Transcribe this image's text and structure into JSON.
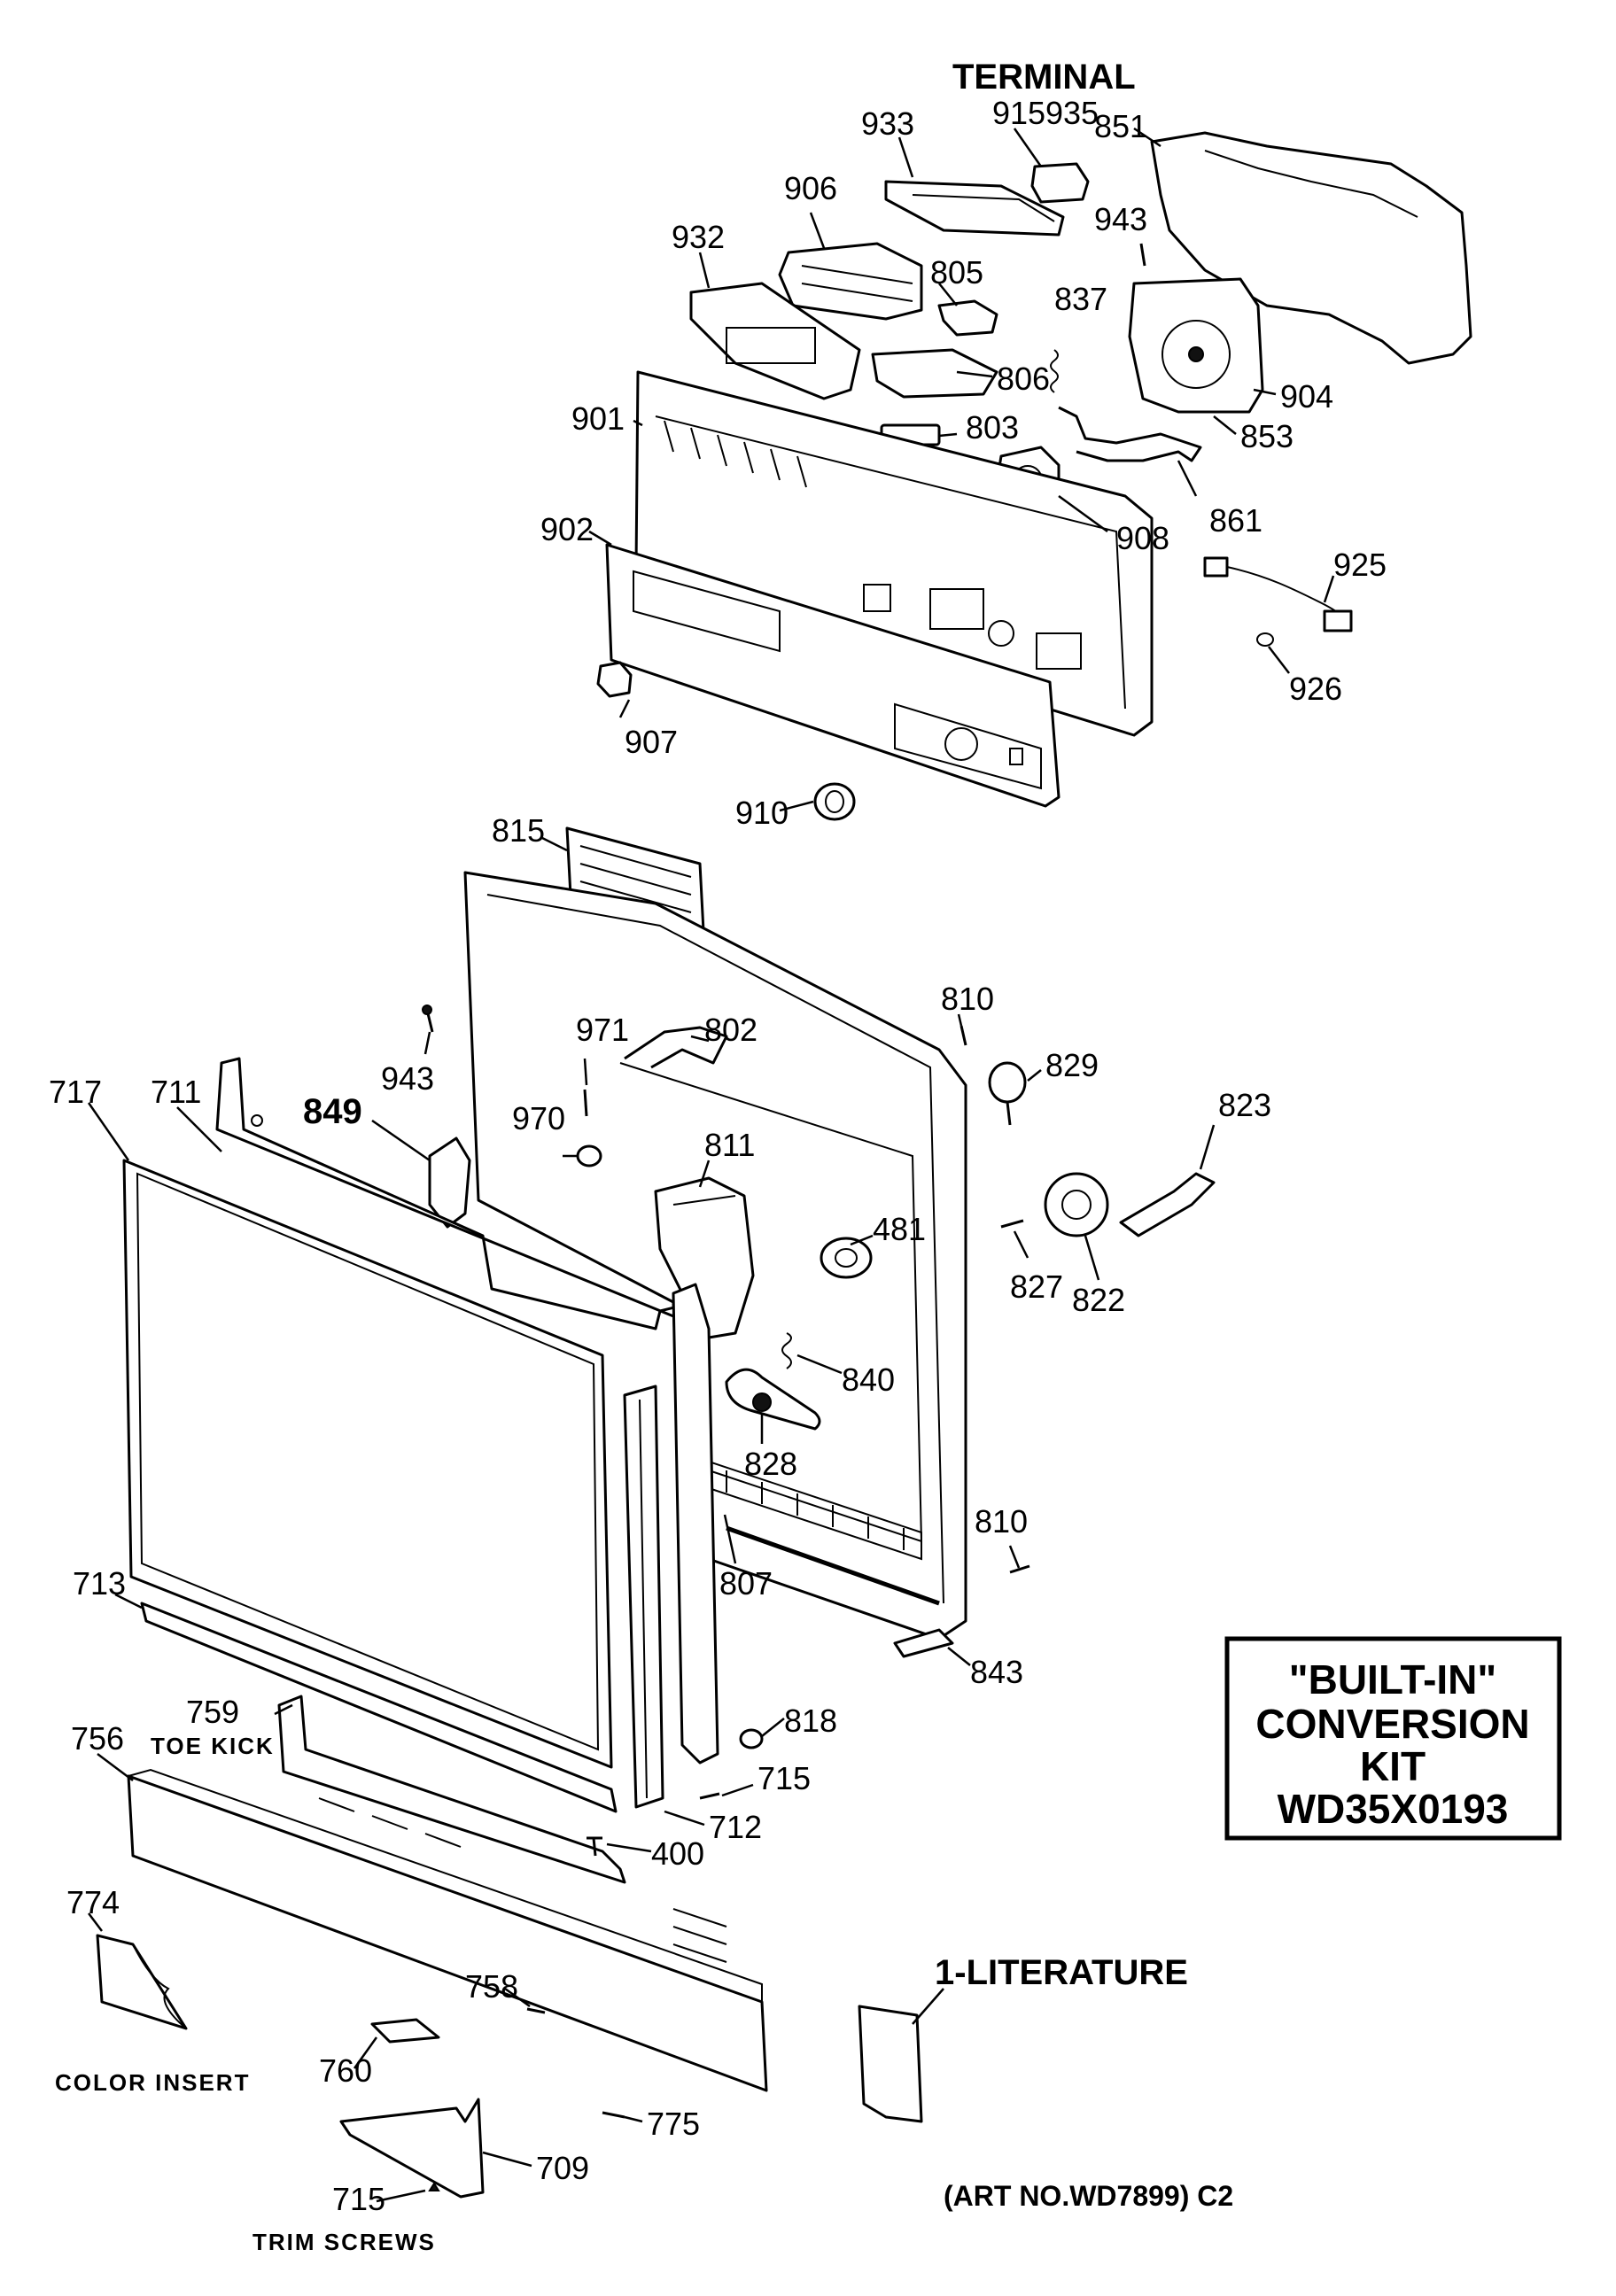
{
  "headings": {
    "terminal": "TERMINAL",
    "literature": "1-LITERATURE",
    "toe_kick": "TOE KICK",
    "color_insert": "COLOR INSERT",
    "trim_screws": "TRIM SCREWS",
    "art_no": "(ART NO.WD7899) C2"
  },
  "kit_box": {
    "line1": "\"BUILT-IN\"",
    "line2": "CONVERSION",
    "line3": "KIT",
    "line4": "WD35X0193"
  },
  "callouts": {
    "c933": "933",
    "c915": "915",
    "c935": "935",
    "c851": "851",
    "c906": "906",
    "c943a": "943",
    "c932": "932",
    "c805": "805",
    "c837": "837",
    "c806": "806",
    "c904": "904",
    "c901": "901",
    "c803": "803",
    "c853": "853",
    "c861": "861",
    "c908": "908",
    "c902": "902",
    "c925": "925",
    "c926": "926",
    "c907": "907",
    "c910": "910",
    "c815": "815",
    "c810a": "810",
    "c802": "802",
    "c829": "829",
    "c943b": "943",
    "c971": "971",
    "c823": "823",
    "c717": "717",
    "c711": "711",
    "c849": "849",
    "c970": "970",
    "c811": "811",
    "c481": "481",
    "c827": "827",
    "c822": "822",
    "c840": "840",
    "c828": "828",
    "c810b": "810",
    "c713": "713",
    "c807": "807",
    "c843": "843",
    "c759": "759",
    "c818": "818",
    "c756": "756",
    "c715a": "715",
    "c712": "712",
    "c400": "400",
    "c774": "774",
    "c758": "758",
    "c760": "760",
    "c775": "775",
    "c709": "709",
    "c715b": "715"
  }
}
